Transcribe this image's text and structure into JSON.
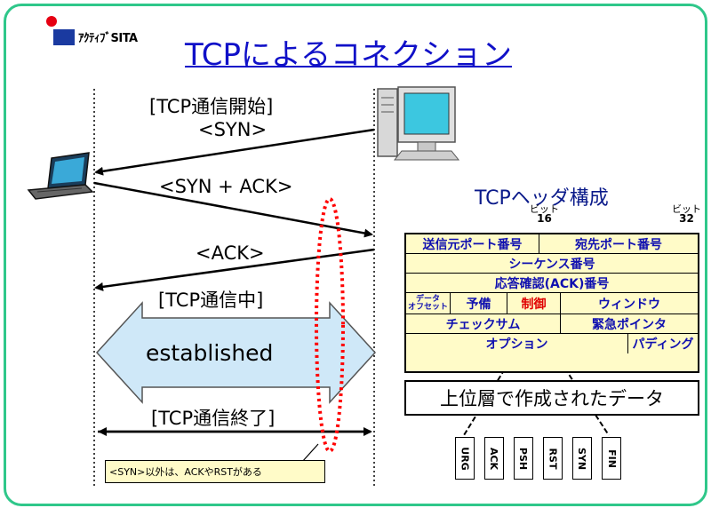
{
  "logo": {
    "text": "ｱｸﾃｨﾌﾞSITA"
  },
  "title": "TCPによるコネクション",
  "sequence": {
    "start_label": "[TCP通信開始]",
    "syn_label": "<SYN>",
    "synack_label": "<SYN + ACK>",
    "ack_label": "<ACK>",
    "during_label": "[TCP通信中]",
    "established_label": "established",
    "end_label": "[TCP通信終了]",
    "note": "<SYN>以外は、ACKやRSTがある"
  },
  "header": {
    "title": "TCPヘッダ構成",
    "bit_word": "ビット",
    "bit16": "16",
    "bit32": "32",
    "fields": {
      "src_port": "送信元ポート番号",
      "dst_port": "宛先ポート番号",
      "seq_num": "シーケンス番号",
      "ack_num": "応答確認(ACK)番号",
      "data_offset_1": "データ",
      "data_offset_2": "オフセット",
      "reserved": "予備",
      "control": "制御",
      "window": "ウィンドウ",
      "checksum": "チェックサム",
      "urgent_ptr": "緊急ポインタ",
      "options": "オプション",
      "padding": "パディング"
    },
    "data_label": "上位層で作成されたデータ",
    "flags": [
      "URG",
      "ACK",
      "PSH",
      "RST",
      "SYN",
      "FIN"
    ]
  },
  "colors": {
    "frame": "#2fc78a",
    "title": "#1010c8",
    "table_bg": "#fffbc8",
    "field_text": "#1010b0",
    "control_text": "#e00000",
    "established_fill": "#cfe8f8",
    "highlight": "#ff0000"
  }
}
